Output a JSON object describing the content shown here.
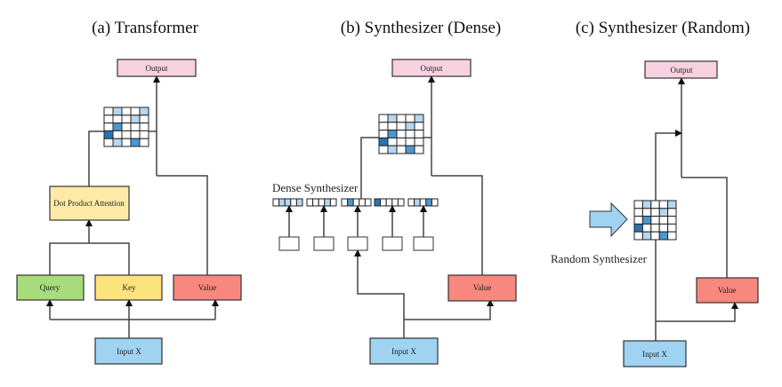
{
  "colors": {
    "output": "#f7d1df",
    "query": "#a6dc7b",
    "key": "#fde37c",
    "value": "#f8877d",
    "dot_product": "#fdeaa6",
    "input": "#9fd3f1",
    "arrow_fill": "#9fd3f1",
    "cell_levels": [
      "#ffffff",
      "#b6d7ef",
      "#4a98d3",
      "#2a73b6"
    ]
  },
  "attention_matrix": [
    [
      0,
      1,
      0,
      0,
      1
    ],
    [
      0,
      0,
      0,
      1,
      0
    ],
    [
      0,
      2,
      0,
      0,
      0
    ],
    [
      3,
      0,
      0,
      0,
      0
    ],
    [
      0,
      1,
      0,
      2,
      0
    ]
  ],
  "dense_vectors": [
    [
      0,
      1,
      1,
      0,
      1
    ],
    [
      0,
      0,
      0,
      1,
      0
    ],
    [
      0,
      2,
      0,
      0,
      0
    ],
    [
      3,
      0,
      0,
      0,
      0
    ],
    [
      0,
      1,
      0,
      2,
      0
    ]
  ],
  "panels": {
    "a": {
      "title": "(a) Transformer",
      "output": "Output",
      "dot_product": "Dot Product Attention",
      "query": "Query",
      "key": "Key",
      "value": "Value",
      "input": "Input X"
    },
    "b": {
      "title": "(b) Synthesizer (Dense)",
      "output": "Output",
      "dense_label": "Dense Synthesizer",
      "value": "Value",
      "input": "Input X"
    },
    "c": {
      "title": "(c) Synthesizer (Random)",
      "output": "Output",
      "random_label": "Random Synthesizer",
      "value": "Value",
      "input": "Input X"
    }
  }
}
